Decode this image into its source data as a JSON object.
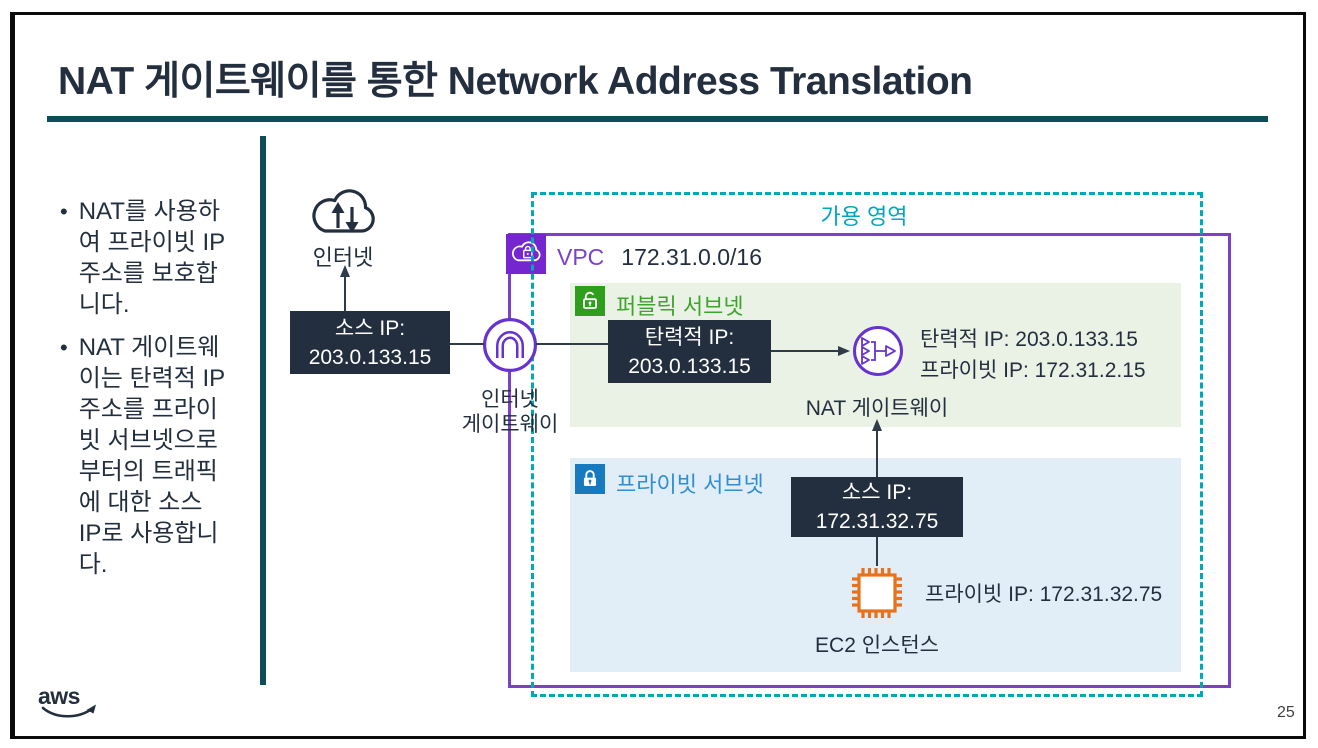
{
  "colors": {
    "ink": "#232F3E",
    "teal-dark": "#0D4D57",
    "az-teal": "#00A8BC",
    "vpc-purple": "#7B40CC",
    "badge-purple": "#7626CE",
    "icon-purple": "#6733D0",
    "subnet-green-bg": "#EAF2E5",
    "subnet-green": "#3DA42C",
    "badge-green": "#2F9E1C",
    "subnet-blue-bg": "#E1EEF8",
    "subnet-blue": "#2F8FD2",
    "badge-blue": "#1779BE",
    "ec2-orange": "#E8721C",
    "dark-box-bg": "#232F3E",
    "connector": "#2F3B49"
  },
  "slide": {
    "title": "NAT 게이트웨이를 통한 Network Address Translation",
    "page_number": "25",
    "logo_text": "aws"
  },
  "sidebar": {
    "bullets": [
      "NAT를 사용하여 프라이빗 IP 주소를 보호합니다.",
      "NAT 게이트웨이는 탄력적 IP 주소를 프라이빗 서브넷으로부터의 트래픽에 대한 소스 IP로 사용합니다."
    ]
  },
  "diagram": {
    "availability_zone_label": "가용 영역",
    "vpc": {
      "name": "VPC",
      "cidr": "172.31.0.0/16"
    },
    "internet": {
      "label": "인터넷"
    },
    "internet_gateway": {
      "label_line1": "인터넷",
      "label_line2": "게이트웨이"
    },
    "source_box_top": {
      "line1": "소스 IP:",
      "line2": "203.0.133.15"
    },
    "public_subnet_label": "퍼블릭 서브넷",
    "elastic_box": {
      "line1": "탄력적 IP:",
      "line2": "203.0.133.15"
    },
    "nat_gateway": {
      "label": "NAT 게이트웨이",
      "ip_line1": "탄력적 IP: 203.0.133.15",
      "ip_line2": "프라이빗 IP: 172.31.2.15"
    },
    "private_subnet_label": "프라이빗 서브넷",
    "source_box_bottom": {
      "line1": "소스 IP:",
      "line2": "172.31.32.75"
    },
    "ec2": {
      "label": "EC2 인스턴스",
      "ip": "프라이빗 IP: 172.31.32.75"
    }
  }
}
